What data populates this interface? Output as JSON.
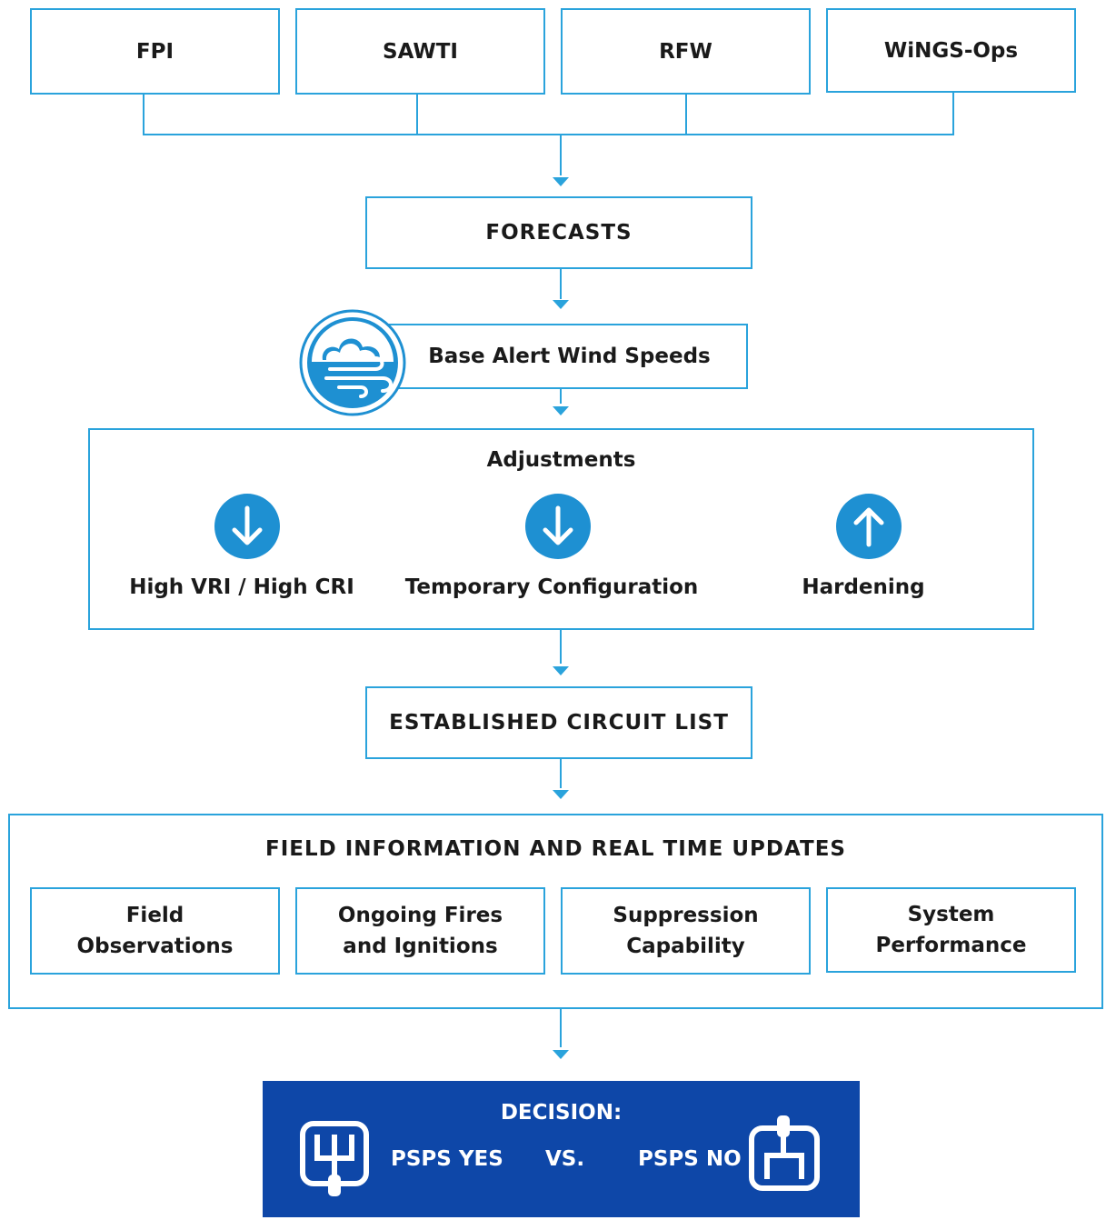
{
  "sources": [
    "FPI",
    "SAWTI",
    "RFW",
    "WiNGS-Ops"
  ],
  "forecasts": "FORECASTS",
  "base_alert": "Base Alert Wind Speeds",
  "adjustments": {
    "title": "Adjustments",
    "items": [
      {
        "label": "High VRI / High CRI",
        "direction": "down",
        "icon": "arrow-down-icon"
      },
      {
        "label": "Temporary Configuration",
        "direction": "down",
        "icon": "arrow-down-icon"
      },
      {
        "label": "Hardening",
        "direction": "up",
        "icon": "arrow-up-icon"
      }
    ]
  },
  "established": "ESTABLISHED CIRCUIT LIST",
  "field": {
    "title": "FIELD INFORMATION AND REAL TIME UPDATES",
    "items": [
      {
        "line1": "Field",
        "line2": "Observations"
      },
      {
        "line1": "Ongoing Fires",
        "line2": "and Ignitions"
      },
      {
        "line1": "Suppression",
        "line2": "Capability"
      },
      {
        "line1": "System",
        "line2": "Performance"
      }
    ]
  },
  "decision": {
    "title": "DECISION:",
    "yes": "PSPS YES",
    "vs": "VS.",
    "no": "PSPS NO"
  },
  "colors": {
    "accent": "#2aa3dc",
    "decision_bg": "#0e47a8",
    "text": "#1a1a1a"
  }
}
